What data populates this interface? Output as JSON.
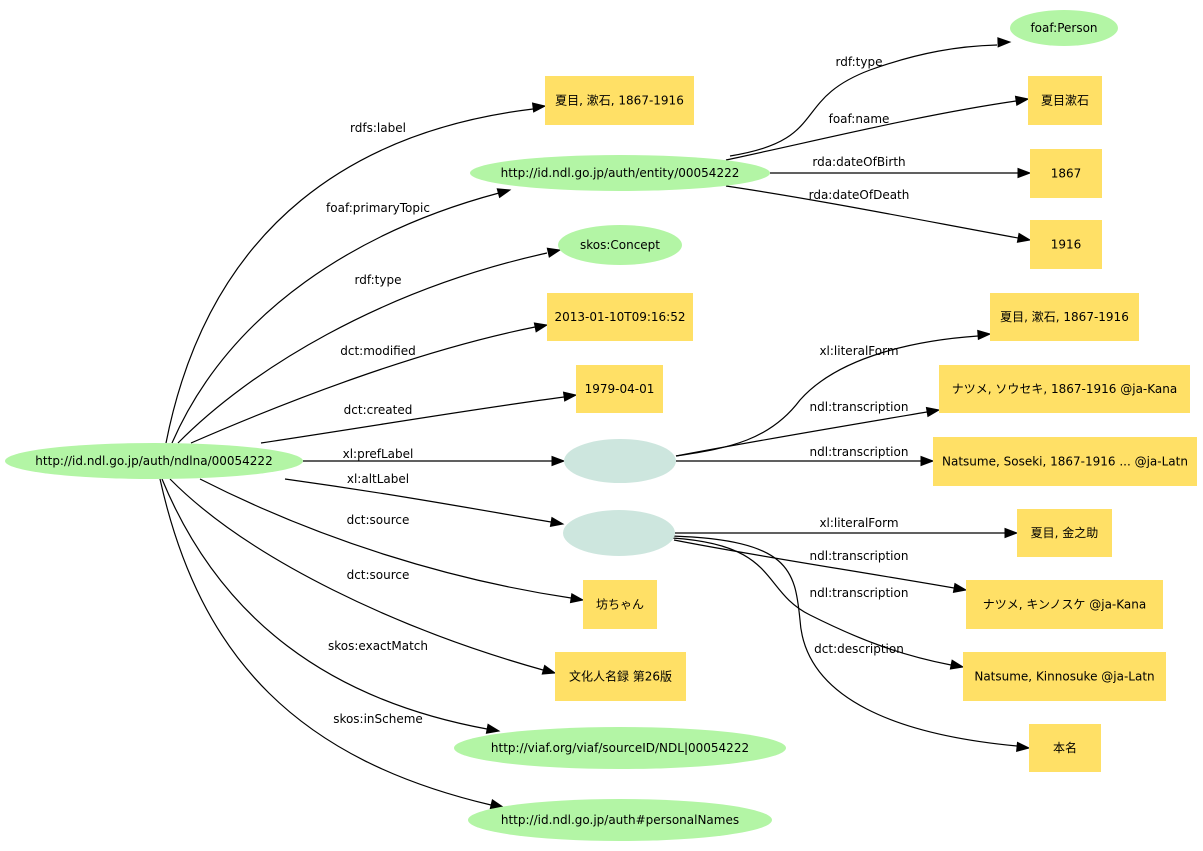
{
  "nodes": {
    "root": {
      "label": "http://id.ndl.go.jp/auth/ndlna/00054222",
      "kind": "resource"
    },
    "entity": {
      "label": "http://id.ndl.go.jp/auth/entity/00054222",
      "kind": "resource"
    },
    "label1": {
      "label": "夏目, 漱石, 1867-1916",
      "kind": "literal"
    },
    "person": {
      "label": "foaf:Person",
      "kind": "resource"
    },
    "name": {
      "label": "夏目漱石",
      "kind": "literal"
    },
    "birth": {
      "label": "1867",
      "kind": "literal"
    },
    "death": {
      "label": "1916",
      "kind": "literal"
    },
    "concept": {
      "label": "skos:Concept",
      "kind": "resource"
    },
    "modified": {
      "label": "2013-01-10T09:16:52",
      "kind": "literal"
    },
    "created": {
      "label": "1979-04-01",
      "kind": "literal"
    },
    "pref": {
      "label": "",
      "kind": "blank"
    },
    "alt": {
      "label": "",
      "kind": "blank"
    },
    "prefLit": {
      "label": "夏目, 漱石, 1867-1916",
      "kind": "literal"
    },
    "prefKana": {
      "label": "ナツメ, ソウセキ, 1867-1916 @ja-Kana",
      "kind": "literal"
    },
    "prefLatn": {
      "label": "Natsume, Soseki, 1867-1916 ... @ja-Latn",
      "kind": "literal"
    },
    "altLit": {
      "label": "夏目, 金之助",
      "kind": "literal"
    },
    "altKana": {
      "label": "ナツメ, キンノスケ @ja-Kana",
      "kind": "literal"
    },
    "altLatn": {
      "label": "Natsume, Kinnosuke @ja-Latn",
      "kind": "literal"
    },
    "honmyo": {
      "label": "本名",
      "kind": "literal"
    },
    "botchan": {
      "label": "坊ちゃん",
      "kind": "literal"
    },
    "bunka": {
      "label": "文化人名録 第26版",
      "kind": "literal"
    },
    "viaf": {
      "label": "http://viaf.org/viaf/sourceID/NDL|00054222",
      "kind": "resource"
    },
    "scheme": {
      "label": "http://id.ndl.go.jp/auth#personalNames",
      "kind": "resource"
    }
  },
  "edges": [
    {
      "from": "root",
      "to": "label1",
      "label": "rdfs:label"
    },
    {
      "from": "root",
      "to": "entity",
      "label": "foaf:primaryTopic"
    },
    {
      "from": "root",
      "to": "concept",
      "label": "rdf:type"
    },
    {
      "from": "root",
      "to": "modified",
      "label": "dct:modified"
    },
    {
      "from": "root",
      "to": "created",
      "label": "dct:created"
    },
    {
      "from": "root",
      "to": "pref",
      "label": "xl:prefLabel"
    },
    {
      "from": "root",
      "to": "alt",
      "label": "xl:altLabel"
    },
    {
      "from": "root",
      "to": "botchan",
      "label": "dct:source"
    },
    {
      "from": "root",
      "to": "bunka",
      "label": "dct:source"
    },
    {
      "from": "root",
      "to": "viaf",
      "label": "skos:exactMatch"
    },
    {
      "from": "root",
      "to": "scheme",
      "label": "skos:inScheme"
    },
    {
      "from": "entity",
      "to": "person",
      "label": "rdf:type"
    },
    {
      "from": "entity",
      "to": "name",
      "label": "foaf:name"
    },
    {
      "from": "entity",
      "to": "birth",
      "label": "rda:dateOfBirth"
    },
    {
      "from": "entity",
      "to": "death",
      "label": "rda:dateOfDeath"
    },
    {
      "from": "pref",
      "to": "prefLit",
      "label": "xl:literalForm"
    },
    {
      "from": "pref",
      "to": "prefKana",
      "label": "ndl:transcription"
    },
    {
      "from": "pref",
      "to": "prefLatn",
      "label": "ndl:transcription"
    },
    {
      "from": "alt",
      "to": "altLit",
      "label": "xl:literalForm"
    },
    {
      "from": "alt",
      "to": "altKana",
      "label": "ndl:transcription"
    },
    {
      "from": "alt",
      "to": "altLatn",
      "label": "ndl:transcription"
    },
    {
      "from": "alt",
      "to": "honmyo",
      "label": "dct:description"
    }
  ],
  "colors": {
    "resource": "#b3f5a5",
    "literal": "#ffe066",
    "blank": "#cde6de",
    "edge": "#000000"
  }
}
